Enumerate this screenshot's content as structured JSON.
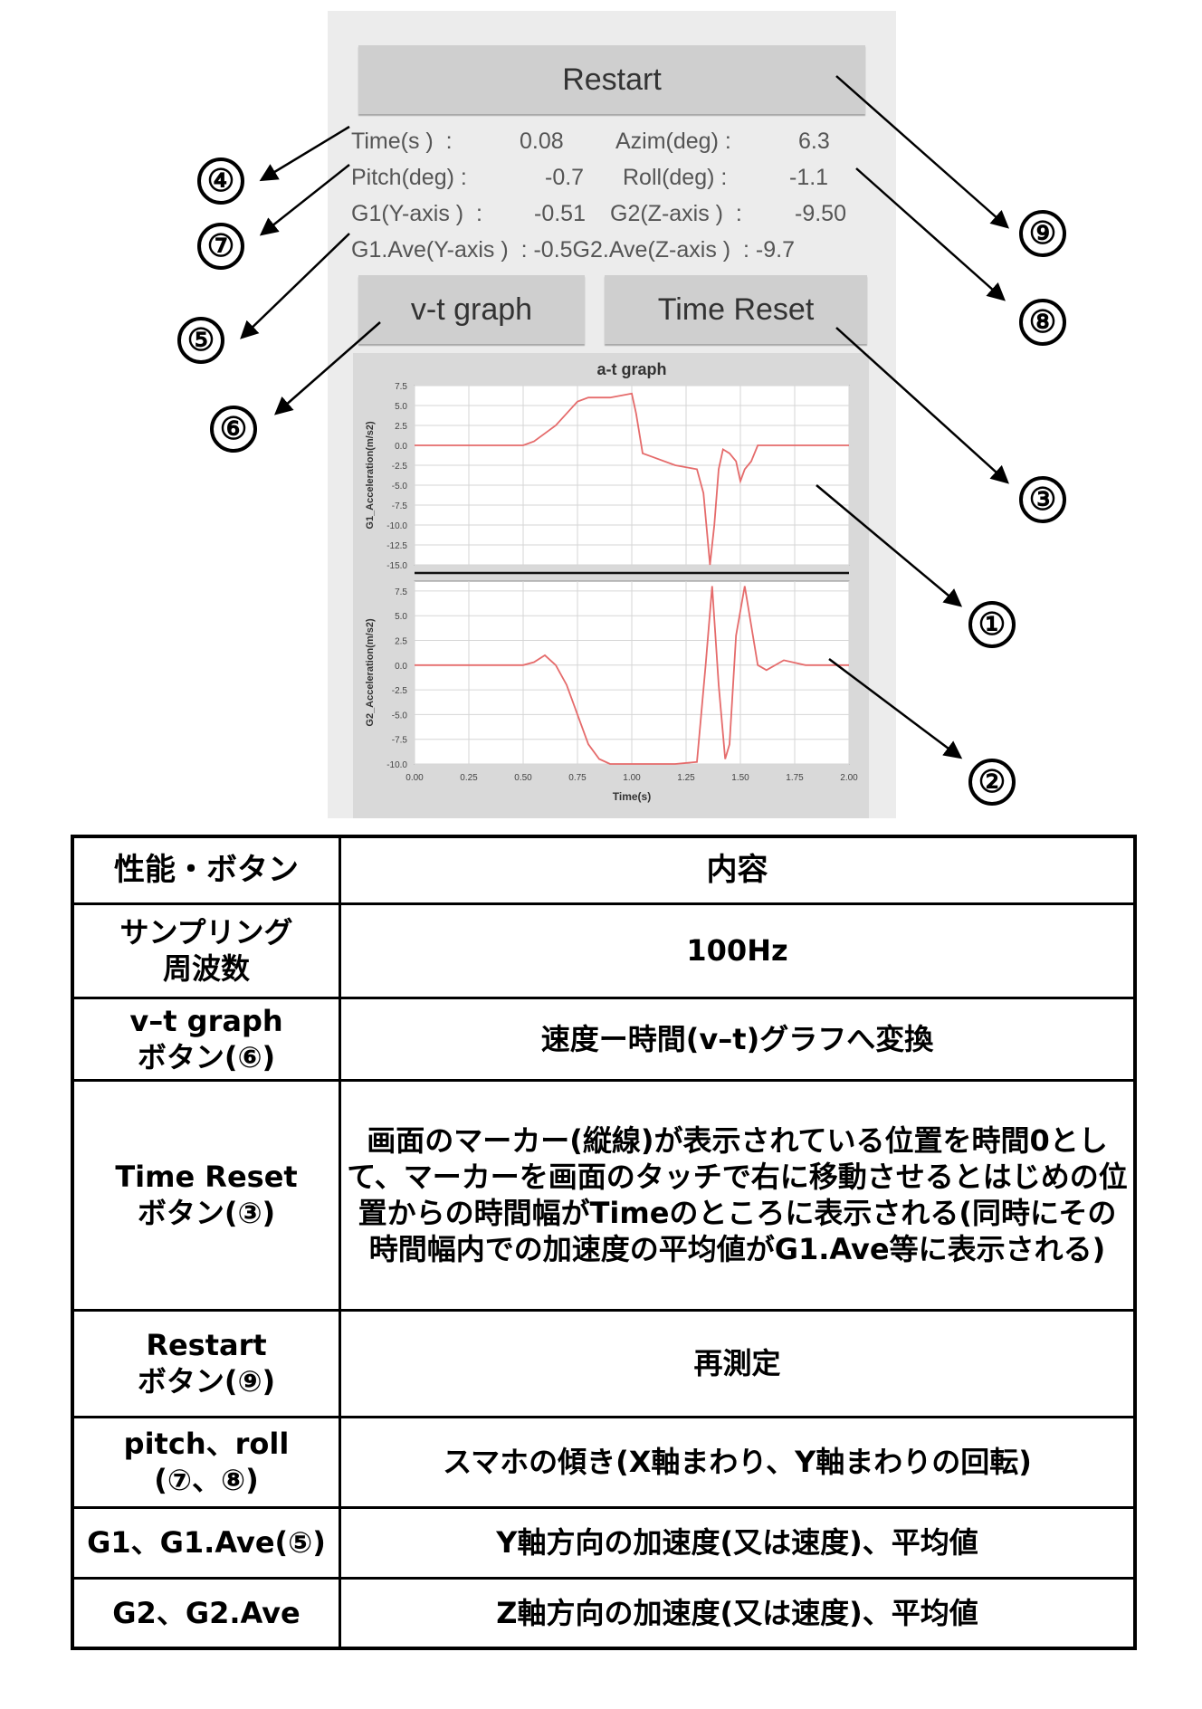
{
  "app": {
    "restart_label": "Restart",
    "vt_graph_label": "v-t graph",
    "time_reset_label": "Time Reset",
    "readouts": {
      "time_label": "Time(s )  :",
      "time_value": "0.08",
      "azim_label": "Azim(deg) :",
      "azim_value": "6.3",
      "pitch_label": "Pitch(deg) :",
      "pitch_value": "-0.7",
      "roll_label": "Roll(deg) :",
      "roll_value": "-1.1",
      "g1_label": "G1(Y-axis )  :",
      "g1_value": "-0.51",
      "g2_label": "G2(Z-axis )  :",
      "g2_value": "-9.50",
      "ave_line": "G1.Ave(Y-axis )  : -0.5G2.Ave(Z-axis )  : -9.7"
    }
  },
  "chart_data": [
    {
      "type": "line",
      "title": "a-t graph",
      "ylabel": "G1_Acceleration(m/s2)",
      "xlim": [
        0,
        2.0
      ],
      "ylim": [
        -15,
        7.5
      ],
      "yticks": [
        "7.5",
        "5.0",
        "2.5",
        "0.0",
        "-2.5",
        "-5.0",
        "-7.5",
        "-10.0",
        "-12.5",
        "-15.0"
      ],
      "grid": true,
      "x": [
        0,
        0.5,
        0.55,
        0.6,
        0.65,
        0.7,
        0.75,
        0.8,
        0.9,
        1.0,
        1.02,
        1.05,
        1.1,
        1.2,
        1.3,
        1.33,
        1.36,
        1.38,
        1.4,
        1.42,
        1.45,
        1.48,
        1.5,
        1.52,
        1.55,
        1.58,
        1.6,
        1.7,
        1.8,
        1.9,
        2.0
      ],
      "values": [
        0,
        0,
        0.5,
        1.5,
        2.5,
        4,
        5.5,
        6,
        6,
        6.5,
        4,
        -1,
        -1.5,
        -2.5,
        -3,
        -6,
        -15,
        -10,
        -3,
        -0.5,
        -1,
        -2,
        -4.5,
        -3,
        -2,
        0,
        0,
        0,
        0,
        0,
        0
      ]
    },
    {
      "type": "line",
      "ylabel": "G2_Acceleration(m/s2)",
      "xlabel": "Time(s)",
      "xlim": [
        0,
        2.0
      ],
      "ylim": [
        -10,
        8.5
      ],
      "xticks": [
        "0.00",
        "0.25",
        "0.50",
        "0.75",
        "1.00",
        "1.25",
        "1.50",
        "1.75",
        "2.00"
      ],
      "yticks": [
        "7.5",
        "5.0",
        "2.5",
        "0.0",
        "-2.5",
        "-5.0",
        "-7.5",
        "-10.0"
      ],
      "grid": true,
      "x": [
        0,
        0.5,
        0.55,
        0.6,
        0.65,
        0.7,
        0.75,
        0.8,
        0.85,
        0.9,
        0.95,
        1.0,
        1.2,
        1.3,
        1.34,
        1.37,
        1.4,
        1.43,
        1.45,
        1.48,
        1.52,
        1.55,
        1.58,
        1.62,
        1.7,
        1.8,
        1.9,
        2.0
      ],
      "values": [
        0,
        0,
        0.3,
        1,
        0,
        -2,
        -5,
        -8,
        -9.5,
        -10,
        -10,
        -10,
        -10,
        -9.8,
        0,
        8,
        -2,
        -9.5,
        -8,
        3,
        8,
        4,
        0,
        -0.5,
        0.5,
        0,
        0,
        0
      ]
    }
  ],
  "callouts": [
    "④",
    "⑦",
    "⑤",
    "⑥",
    "⑨",
    "⑧",
    "③",
    "①",
    "②"
  ],
  "table": {
    "headers": [
      "性能・ボタン",
      "内容"
    ],
    "rows": [
      [
        "サンプリング\n周波数",
        "100Hz"
      ],
      [
        "v–t graph\nボタン(⑥)",
        "速度ー時間(v–t)グラフへ変換"
      ],
      [
        "Time Reset\nボタン(③)",
        "画面のマーカー(縦線)が表示されている位置を時間0として、マーカーを画面のタッチで右に移動させるとはじめの位置からの時間幅がTimeのところに表示される(同時にその時間幅内での加速度の平均値がG1.Ave等に表示される)"
      ],
      [
        "Restart\nボタン(⑨)",
        "再測定"
      ],
      [
        "pitch、roll\n(⑦、⑧)",
        "スマホの傾き(X軸まわり、Y軸まわりの回転)"
      ],
      [
        "G1、G1.Ave(⑤)",
        "Y軸方向の加速度(又は速度)、平均値"
      ],
      [
        "G2、G2.Ave",
        "Z軸方向の加速度(又は速度)、平均値"
      ]
    ]
  }
}
